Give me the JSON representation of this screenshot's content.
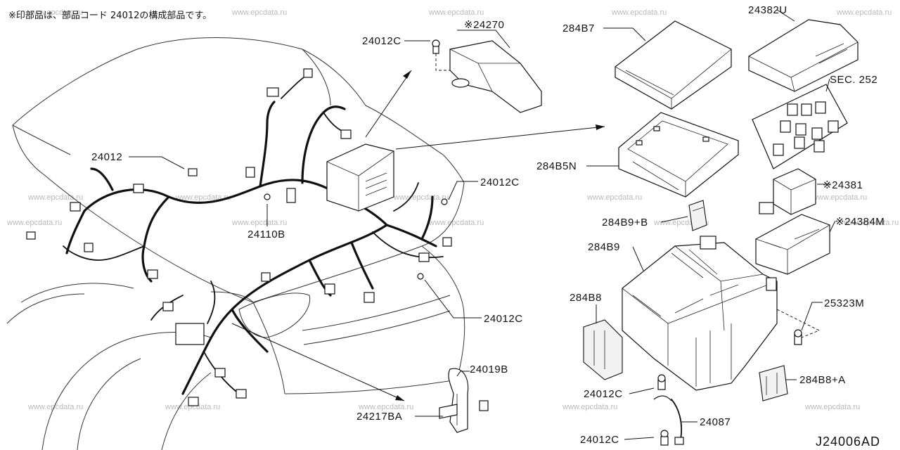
{
  "note": "※印部品は、部品コード 24012の構成部品です。",
  "diagram_code": "J24006AD",
  "watermark": "www.epcdata.ru",
  "labels": {
    "harness_main": "24012",
    "clip_top": "24012C",
    "bracket_top": "※24270",
    "clip_right": "24012C",
    "bolt_24110b": "24110B",
    "clip_lower": "24012C",
    "bracket_24019b": "24019B",
    "bracket_24217ba": "24217BA",
    "cover_284b7": "284B7",
    "frame_284b5n": "284B5N",
    "part_284b9b": "284B9+B",
    "box_284b9": "284B9",
    "cover_284b8": "284B8",
    "clip_box_top": "24012C",
    "clip_box_bottom": "24012C",
    "strap_24087": "24087",
    "cover_24382u": "24382U",
    "sec_252": "SEC. 252",
    "relay_24381": "※24381",
    "block_24384m": "※24384M",
    "bolt_25323m": "25323M",
    "part_284b8a": "284B8+A"
  }
}
